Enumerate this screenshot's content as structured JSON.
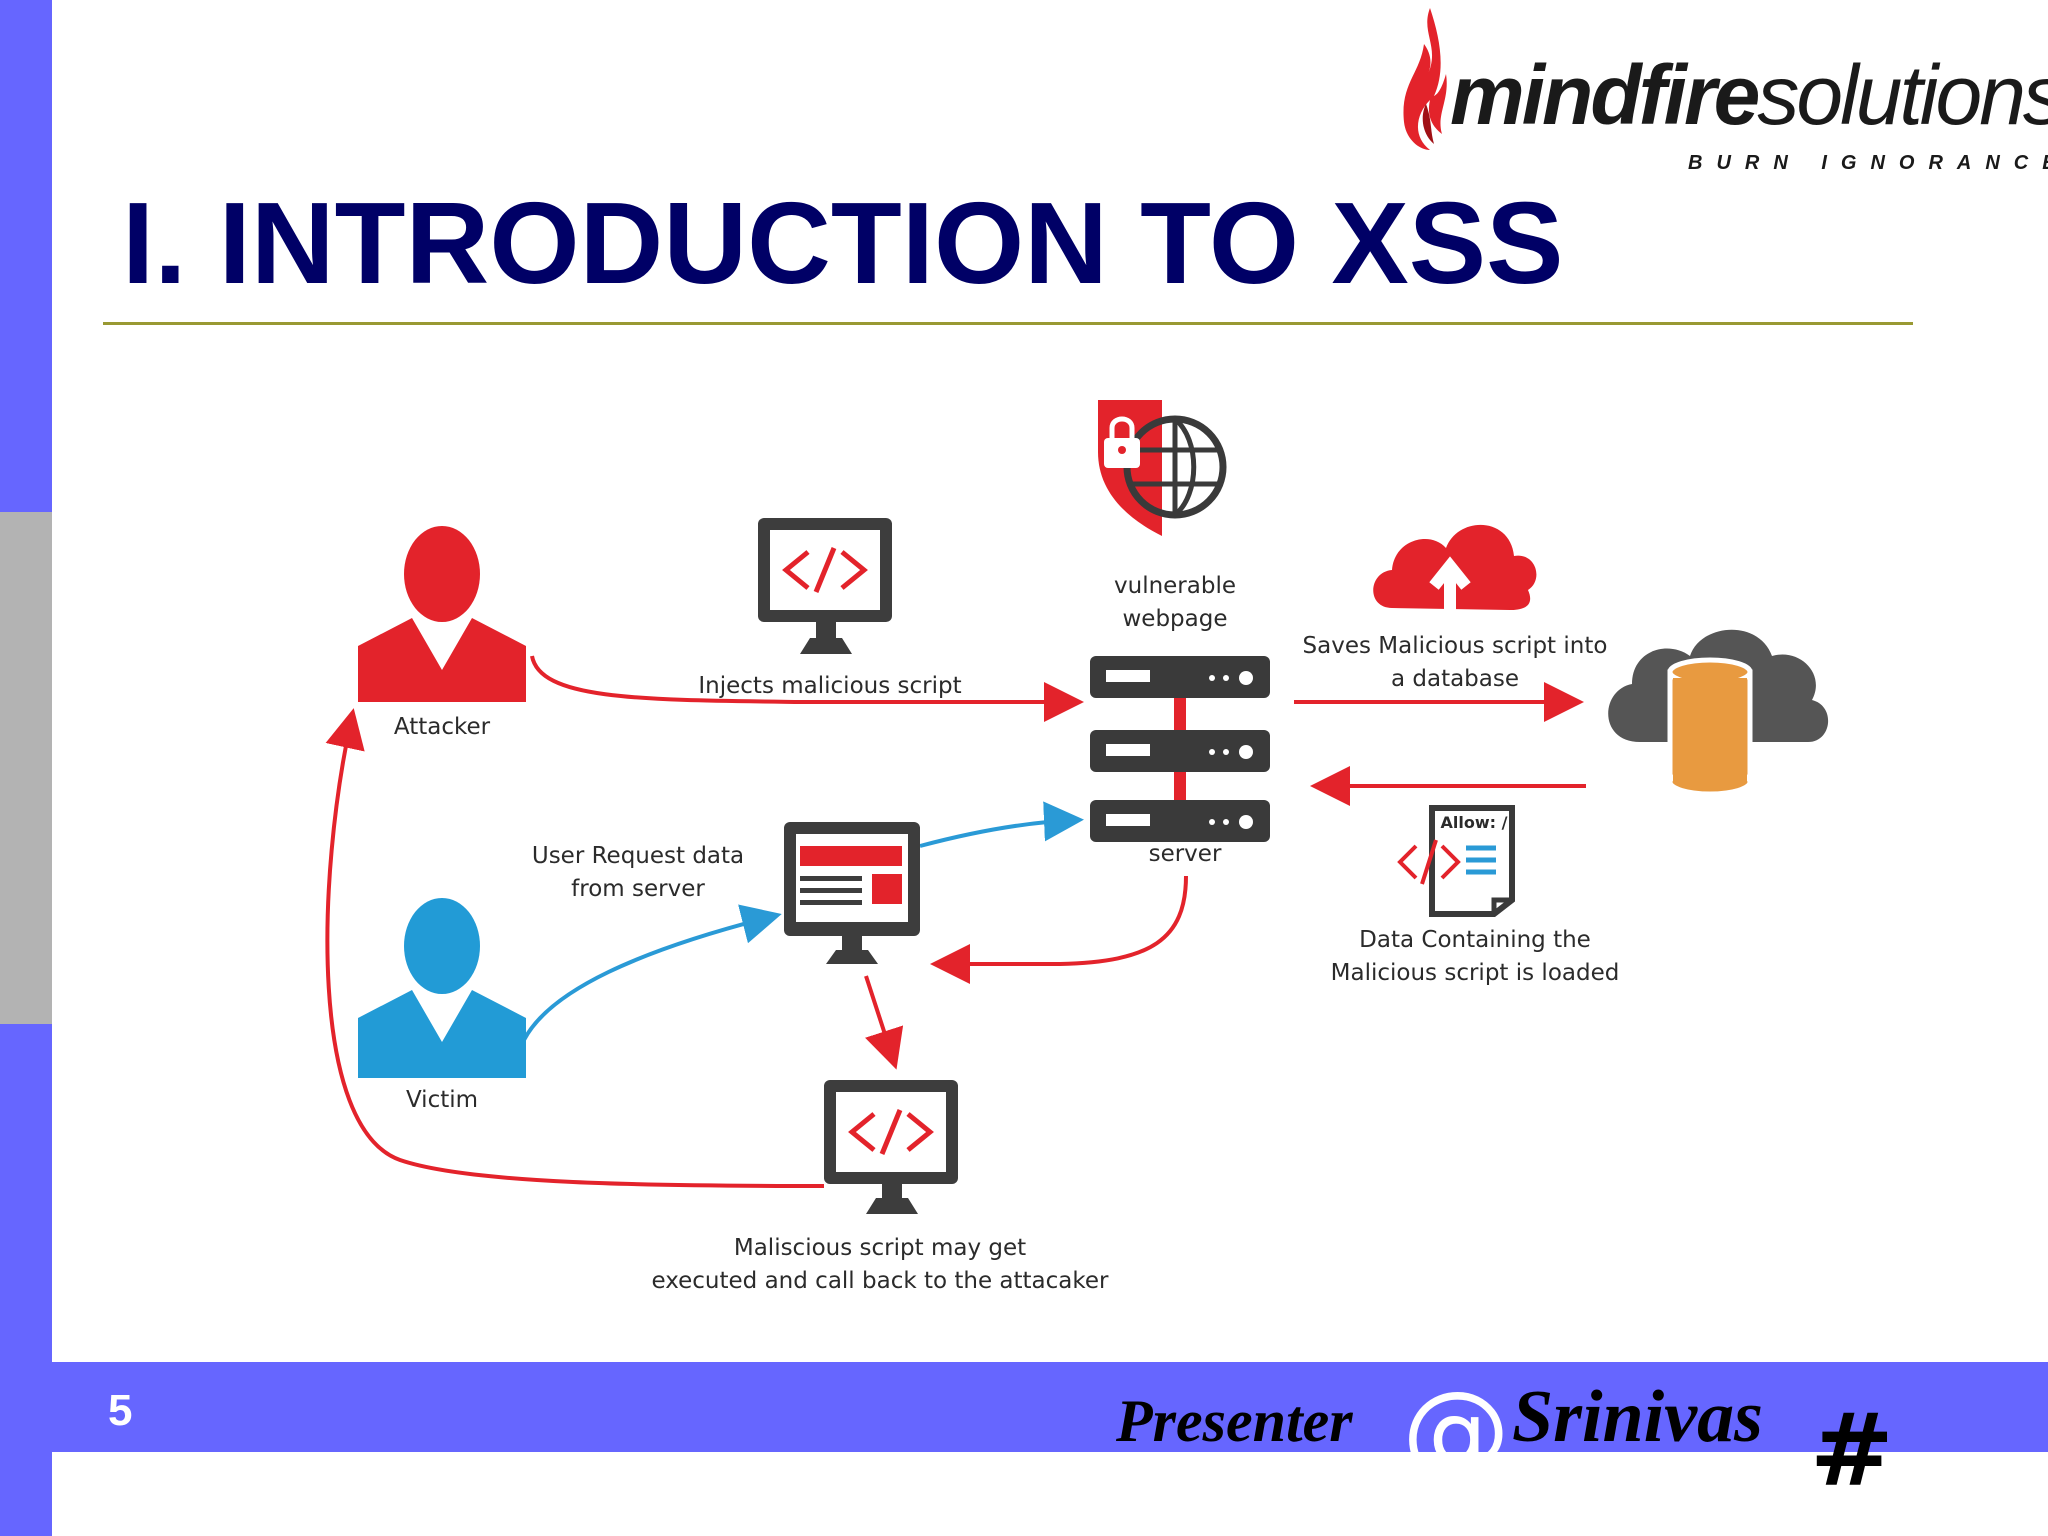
{
  "slide": {
    "title": "I. INTRODUCTION TO XSS",
    "number": "5"
  },
  "logo": {
    "name_bold": "mindfire",
    "name_light": "solutions",
    "tagline": "BURN IGNORANCE"
  },
  "footer": {
    "presenter_label": "Presenter",
    "at_symbol": "@",
    "presenter_name": "Srinivas",
    "hash_symbol": "#"
  },
  "diagram": {
    "nodes": {
      "attacker": "Attacker",
      "victim": "Victim",
      "vulnerable_webpage": [
        "vulnerable",
        "webpage"
      ],
      "server": "server"
    },
    "edges": {
      "inject": "Injects malicious script",
      "save": [
        "Saves Malicious script into",
        "a database"
      ],
      "loaded": [
        "Data Containing the",
        "Malicious script is loaded"
      ],
      "request": [
        "User Request data",
        "from server"
      ],
      "execute": [
        "Maliscious script may get",
        "executed and call back to the attacaker"
      ]
    },
    "document_badge": "Allow: /",
    "colors": {
      "attacker": "#e3232b",
      "victim": "#229bd6",
      "server": "#3a3a3a",
      "database": "#e89a40",
      "cloud": "#555555",
      "arrow_red": "#e3232b",
      "arrow_blue": "#2a9ad6"
    }
  }
}
